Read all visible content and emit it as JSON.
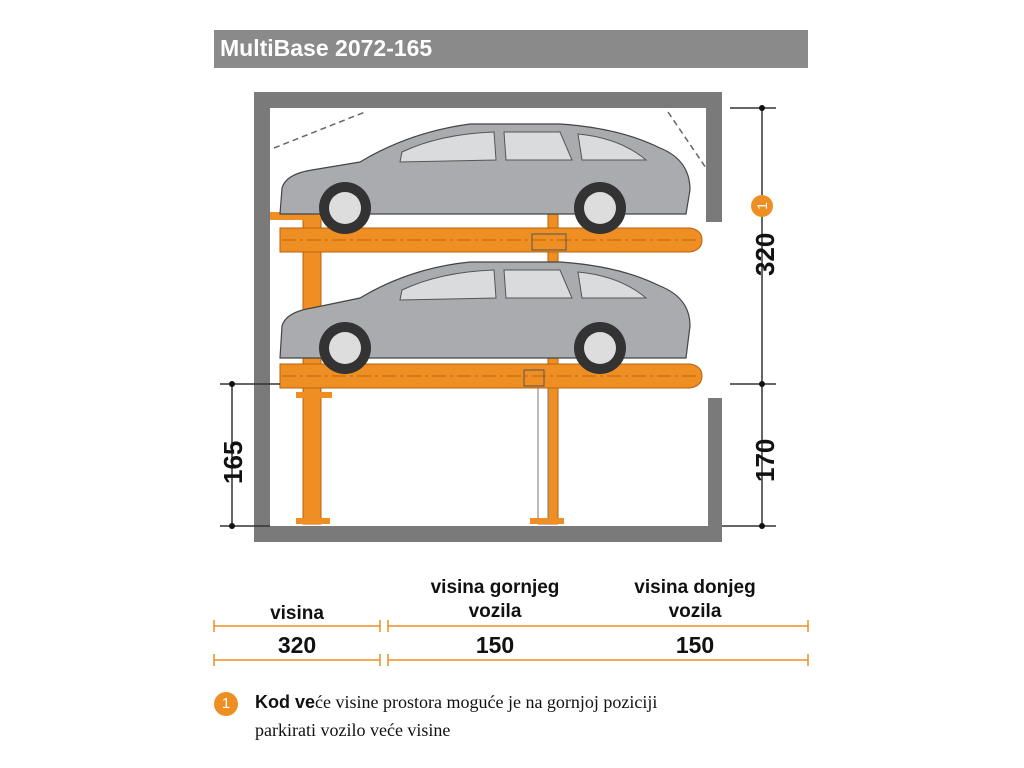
{
  "title": "MultiBase 2072-165",
  "dimensions": {
    "upper_total": "320",
    "upper_badge": "1",
    "lower_right": "170",
    "lower_left": "165"
  },
  "table": {
    "columns": [
      {
        "header_line1": "visina",
        "header_line2": "",
        "value": "320"
      },
      {
        "header_line1": "visina gornjeg",
        "header_line2": "vozila",
        "value": "150"
      },
      {
        "header_line1": "visina donjeg",
        "header_line2": "vozila",
        "value": "150"
      }
    ]
  },
  "footnote": {
    "badge": "1",
    "bold_part": "Kod ve",
    "line1_rest": "će visine prostora moguće je na gornjoj poziciji",
    "line2": "parkirati vozilo veće visine"
  },
  "colors": {
    "accent": "#ef8f23",
    "title_bar": "#8a8a8a",
    "wall": "#7a7a7a",
    "car": "#a9abae"
  }
}
